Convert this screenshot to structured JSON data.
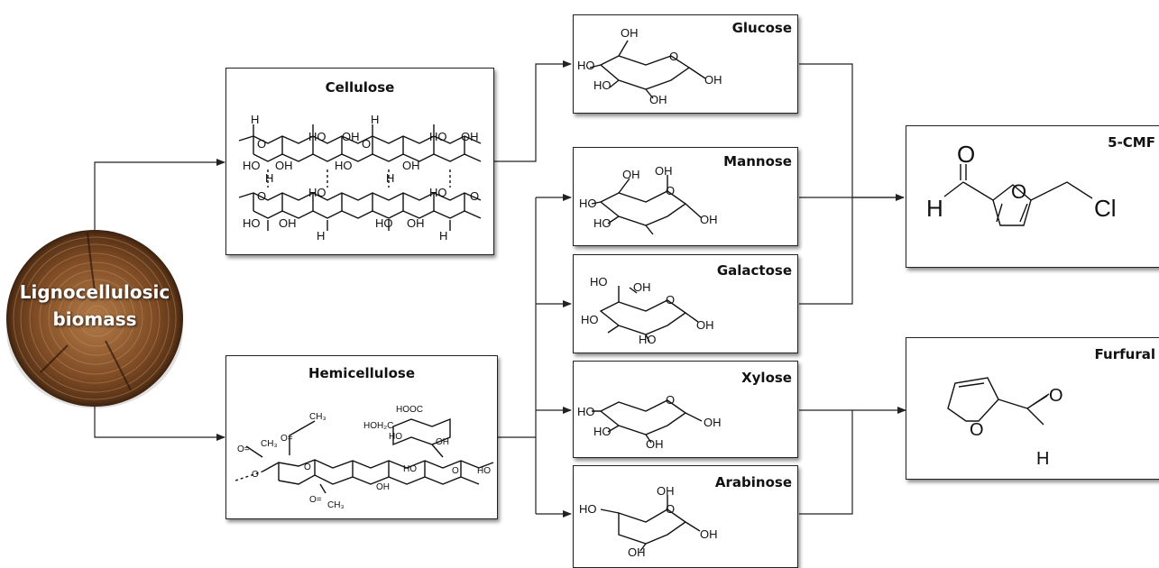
{
  "biomass": {
    "line1": "Lignocellulosic",
    "line2": "biomass"
  },
  "boxes": {
    "cellulose": {
      "title": "Cellulose"
    },
    "hemicellulose": {
      "title": "Hemicellulose"
    },
    "glucose": {
      "title": "Glucose"
    },
    "mannose": {
      "title": "Mannose"
    },
    "galactose": {
      "title": "Galactose"
    },
    "xylose": {
      "title": "Xylose"
    },
    "arabinose": {
      "title": "Arabinose"
    },
    "cmf": {
      "title": "5-CMF"
    },
    "furfural": {
      "title": "Furfural"
    }
  },
  "labels": {
    "oh": "OH",
    "ho": "HO",
    "o": "O",
    "h": "H",
    "cl": "Cl",
    "hooc": "HOOC",
    "hoh2c": "HOH₂C",
    "ch3": "CH₃",
    "o_eq": "O="
  },
  "colors": {
    "line": "#222222",
    "box_border": "#222222",
    "wood_dark": "#5a3418",
    "wood_light": "#c79564"
  }
}
